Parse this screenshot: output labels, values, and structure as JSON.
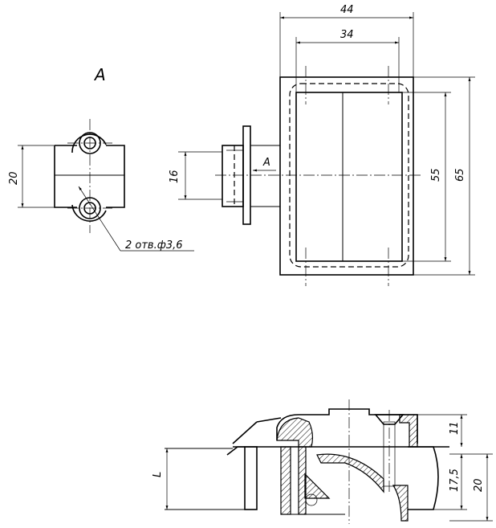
{
  "view_label": "A",
  "dimensions": {
    "d44": "44",
    "d34": "34",
    "d55": "55",
    "d65": "65",
    "d20_left": "20",
    "d16": "16",
    "d11": "11",
    "d17_5": "17,5",
    "d20_bottom": "20",
    "dL": "L"
  },
  "callouts": {
    "holes": "2 отв.ф3,6",
    "arrow_label": "A"
  }
}
